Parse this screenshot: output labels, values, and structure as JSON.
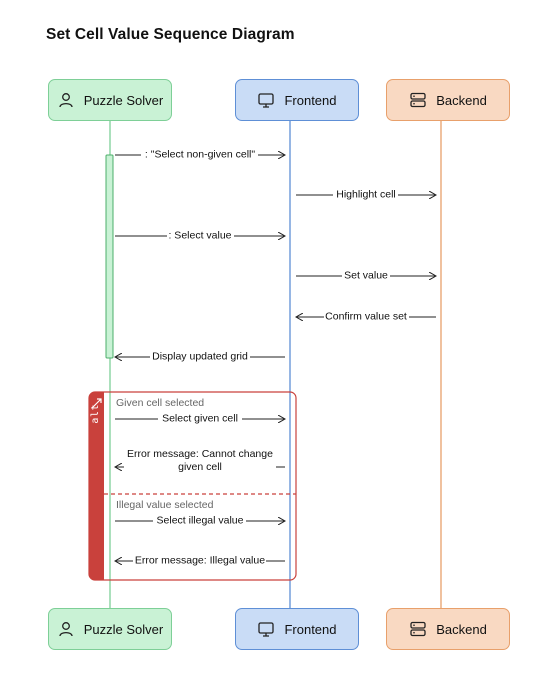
{
  "title": "Set Cell Value Sequence Diagram",
  "participants": {
    "solver": {
      "label": "Puzzle Solver",
      "icon": "user-icon",
      "color": "#c9f2d5"
    },
    "frontend": {
      "label": "Frontend",
      "icon": "monitor-icon",
      "color": "#c9dcf6"
    },
    "backend": {
      "label": "Backend",
      "icon": "server-icon",
      "color": "#f9d9c2"
    }
  },
  "messages": [
    {
      "id": "m1",
      "text": ": \"Select non-given cell\"",
      "from": "solver",
      "to": "frontend"
    },
    {
      "id": "m2",
      "text": "Highlight cell",
      "from": "frontend",
      "to": "backend"
    },
    {
      "id": "m3",
      "text": ": Select value",
      "from": "solver",
      "to": "frontend"
    },
    {
      "id": "m4",
      "text": "Set value",
      "from": "frontend",
      "to": "backend"
    },
    {
      "id": "m5",
      "text": "Confirm value set",
      "from": "backend",
      "to": "frontend"
    },
    {
      "id": "m6",
      "text": "Display updated grid",
      "from": "frontend",
      "to": "solver"
    }
  ],
  "alt": {
    "label": "alt",
    "guards": [
      "Given cell selected",
      "Illegal value selected"
    ],
    "messages": [
      {
        "id": "a1",
        "text": "Select given cell",
        "from": "solver",
        "to": "frontend"
      },
      {
        "id": "a2",
        "text": "Error message: Cannot change given cell",
        "line1": "Error message: Cannot change",
        "line2": "given cell",
        "from": "frontend",
        "to": "solver"
      },
      {
        "id": "a3",
        "text": "Select illegal value",
        "from": "solver",
        "to": "frontend"
      },
      {
        "id": "a4",
        "text": "Error message: Illegal value",
        "from": "frontend",
        "to": "solver"
      }
    ],
    "color": "#c9413c"
  }
}
